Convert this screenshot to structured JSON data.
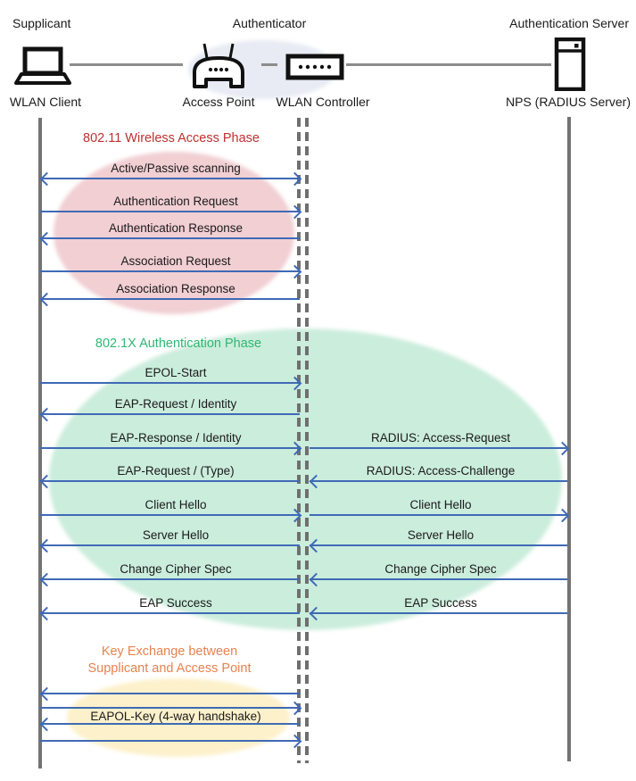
{
  "header": {
    "roles": [
      {
        "id": "supplicant",
        "label": "Supplicant"
      },
      {
        "id": "authenticator",
        "label": "Authenticator"
      },
      {
        "id": "authentication-server",
        "label": "Authentication Server"
      }
    ],
    "nodes": [
      {
        "id": "wlan-client",
        "label": "WLAN Client",
        "icon": "laptop-icon"
      },
      {
        "id": "access-point",
        "label": "Access Point",
        "icon": "access-point-icon"
      },
      {
        "id": "wlan-controller",
        "label": "WLAN Controller",
        "icon": "wlan-controller-icon"
      },
      {
        "id": "nps-radius-server",
        "label": "NPS (RADIUS Server)",
        "icon": "server-icon"
      }
    ]
  },
  "phases": [
    {
      "id": "wireless-access",
      "title": "802.11 Wireless Access Phase",
      "title_color": "#C03030",
      "ellipse_color": "#F1CFD3"
    },
    {
      "id": "dot1x-authentication",
      "title": "802.1X Authentication Phase",
      "title_color": "#2DB873",
      "ellipse_color": "#CBEDDC"
    },
    {
      "id": "key-exchange",
      "title": "Key Exchange between Supplicant and Access Point",
      "title_lines": [
        "Key Exchange between",
        "Supplicant and Access Point"
      ],
      "title_color": "#E8824E",
      "ellipse_color": "#FDF1CB"
    }
  ],
  "messages": [
    {
      "left": {
        "label": "Active/Passive scanning",
        "direction": "both"
      },
      "right": null
    },
    {
      "left": {
        "label": "Authentication Request",
        "direction": "right"
      },
      "right": null
    },
    {
      "left": {
        "label": "Authentication Response",
        "direction": "left"
      },
      "right": null
    },
    {
      "left": {
        "label": "Association Request",
        "direction": "right"
      },
      "right": null
    },
    {
      "left": {
        "label": "Association Response",
        "direction": "left"
      },
      "right": null
    },
    {
      "left": {
        "label": "EPOL-Start",
        "direction": "right"
      },
      "right": null
    },
    {
      "left": {
        "label": "EAP-Request / Identity",
        "direction": "left"
      },
      "right": null
    },
    {
      "left": {
        "label": "EAP-Response / Identity",
        "direction": "right"
      },
      "right": {
        "label": "RADIUS: Access-Request",
        "direction": "right"
      }
    },
    {
      "left": {
        "label": "EAP-Request / (Type)",
        "direction": "left"
      },
      "right": {
        "label": "RADIUS: Access-Challenge",
        "direction": "left"
      }
    },
    {
      "left": {
        "label": "Client Hello",
        "direction": "right"
      },
      "right": {
        "label": "Client Hello",
        "direction": "right"
      }
    },
    {
      "left": {
        "label": "Server Hello",
        "direction": "left"
      },
      "right": {
        "label": "Server Hello",
        "direction": "left"
      }
    },
    {
      "left": {
        "label": "Change Cipher Spec",
        "direction": "left"
      },
      "right": {
        "label": "Change Cipher Spec",
        "direction": "left"
      }
    },
    {
      "left": {
        "label": "EAP Success",
        "direction": "left"
      },
      "right": {
        "label": "EAP Success",
        "direction": "left"
      }
    },
    {
      "left": {
        "label": "",
        "direction": "left"
      },
      "right": null
    },
    {
      "left": {
        "label": "",
        "direction": "right"
      },
      "right": null
    },
    {
      "left": {
        "label": "EAPOL-Key (4-way handshake)",
        "direction": "left"
      },
      "right": null
    },
    {
      "left": {
        "label": "",
        "direction": "right"
      },
      "right": null
    }
  ],
  "colors": {
    "arrow": "#3F6AB5",
    "lifeline": "#737373",
    "connector": "#8C8C8C",
    "authenticator_highlight": "#E8EBF4",
    "text": "#1A1A1A"
  }
}
